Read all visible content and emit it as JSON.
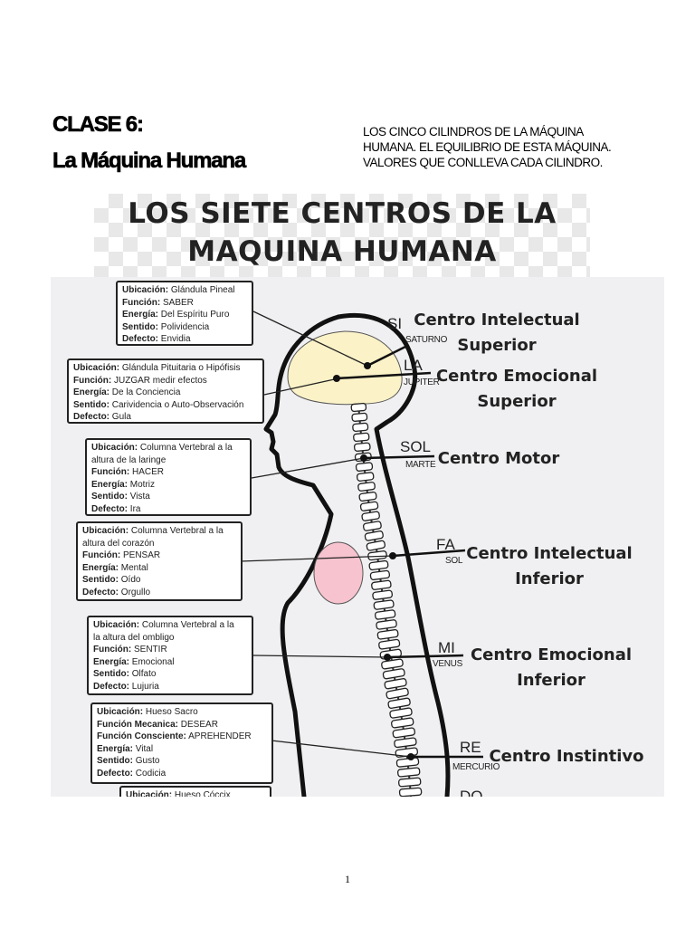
{
  "header": {
    "title_line1": "CLASE 6:",
    "title_line2": "La Máquina Humana",
    "description": [
      "LOS CINCO CILINDROS DE LA MÁQUINA",
      "HUMANA. EL EQUILIBRIO DE ESTA MÁQUINA.",
      "VALORES QUE CONLLEVA CADA CILINDRO."
    ]
  },
  "banner": {
    "line1": "LOS SIETE CENTROS DE LA",
    "line2": "MAQUINA HUMANA"
  },
  "boxes": [
    {
      "lines": [
        [
          "Ubicación:",
          " Glándula Pineal"
        ],
        [
          "Función:",
          " SABER"
        ],
        [
          "Energía:",
          " Del Espíritu Puro"
        ],
        [
          "Sentido:",
          " Polividencia"
        ],
        [
          "Defecto:",
          " Envidia"
        ]
      ]
    },
    {
      "lines": [
        [
          "Ubicación:",
          " Glándula Pituitaria o Hipófisis"
        ],
        [
          "Función:",
          " JUZGAR medir efectos"
        ],
        [
          "Energía:",
          " De la Conciencia"
        ],
        [
          "Sentido:",
          " Carividencia o Auto-Observación"
        ],
        [
          "Defecto:",
          " Gula"
        ]
      ]
    },
    {
      "lines": [
        [
          "Ubicación:",
          " Columna Vertebral a la"
        ],
        [
          "",
          "altura de la laringe"
        ],
        [
          "Función:",
          " HACER"
        ],
        [
          "Energía:",
          " Motriz"
        ],
        [
          "Sentido:",
          " Vista"
        ],
        [
          "Defecto:",
          " Ira"
        ]
      ]
    },
    {
      "lines": [
        [
          "Ubicación:",
          " Columna Vertebral a la"
        ],
        [
          "",
          "altura del corazón"
        ],
        [
          "Función:",
          " PENSAR"
        ],
        [
          "Energía:",
          " Mental"
        ],
        [
          "Sentido:",
          " Oído"
        ],
        [
          "Defecto:",
          " Orgullo"
        ]
      ]
    },
    {
      "lines": [
        [
          "Ubicación:",
          " Columna Vertebral a la"
        ],
        [
          "",
          "la altura del ombligo"
        ],
        [
          "Función:",
          " SENTIR"
        ],
        [
          "Energía:",
          " Emocional"
        ],
        [
          "Sentido:",
          " Olfato"
        ],
        [
          "Defecto:",
          " Lujuria"
        ]
      ]
    },
    {
      "lines": [
        [
          "Ubicación:",
          " Hueso Sacro"
        ],
        [
          "Función Mecanica:",
          " DESEAR"
        ],
        [
          "Función Consciente:",
          " APREHENDER"
        ],
        [
          "Energía:",
          " Vital"
        ],
        [
          "Sentido:",
          " Gusto"
        ],
        [
          "Defecto:",
          " Codicia"
        ]
      ]
    },
    {
      "lines": [
        [
          "Ubicación:",
          " Hueso Cóccix"
        ]
      ]
    }
  ],
  "centers": [
    {
      "note": "SI",
      "planet": "SATURNO",
      "name_line1": "Centro Intelectual",
      "name_line2": "Superior"
    },
    {
      "note": "LA",
      "planet": "JUPITER",
      "name_line1": "Centro Emocional",
      "name_line2": "Superior"
    },
    {
      "note": "SOL",
      "planet": "MARTE",
      "name_line1": "Centro Motor",
      "name_line2": ""
    },
    {
      "note": "FA",
      "planet": "SOL",
      "name_line1": "Centro Intelectual",
      "name_line2": "Inferior"
    },
    {
      "note": "MI",
      "planet": "VENUS",
      "name_line1": "Centro Emocional",
      "name_line2": "Inferior"
    },
    {
      "note": "RE",
      "planet": "MERCURIO",
      "name_line1": "Centro Instintivo",
      "name_line2": ""
    },
    {
      "note": "DO",
      "planet": "",
      "name_line1": "",
      "name_line2": ""
    }
  ],
  "colors": {
    "brain": "#fbf2c8",
    "heart": "#f7c3cf",
    "panel": "#f0f0f2"
  },
  "footer": {
    "page_number": "1"
  }
}
